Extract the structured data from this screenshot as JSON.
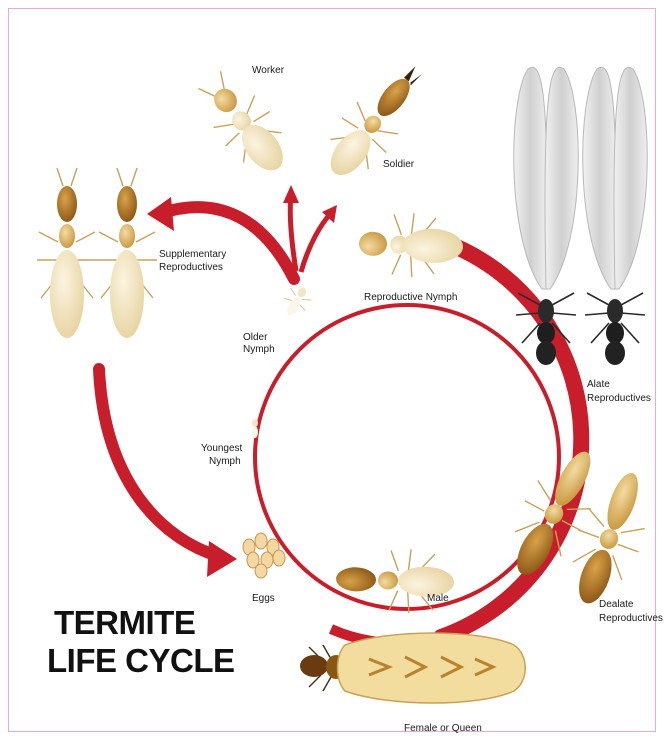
{
  "title": {
    "line1": "TERMITE",
    "line2": "LIFE CYCLE"
  },
  "stages": {
    "worker": "Worker",
    "soldier": "Soldier",
    "supplementary_1": "Supplementary",
    "supplementary_2": "Reproductives",
    "reproductive_nymph": "Reproductive Nymph",
    "older_nymph_1": "Older",
    "older_nymph_2": "Nymph",
    "youngest_nymph_1": "Youngest",
    "youngest_nymph_2": "Nymph",
    "alate_1": "Alate",
    "alate_2": "Reproductives",
    "dealate_1": "Dealate",
    "dealate_2": "Reproductives",
    "male": "Male",
    "eggs": "Eggs",
    "queen": "Female or Queen"
  },
  "colors": {
    "cycle_red": "#c81e2b",
    "body_tan": "#e3c27a",
    "body_dark": "#b07a22",
    "alate_black": "#2a2a2a",
    "wing": "#d9d9d9",
    "frame_border": "#e8a9d8"
  }
}
